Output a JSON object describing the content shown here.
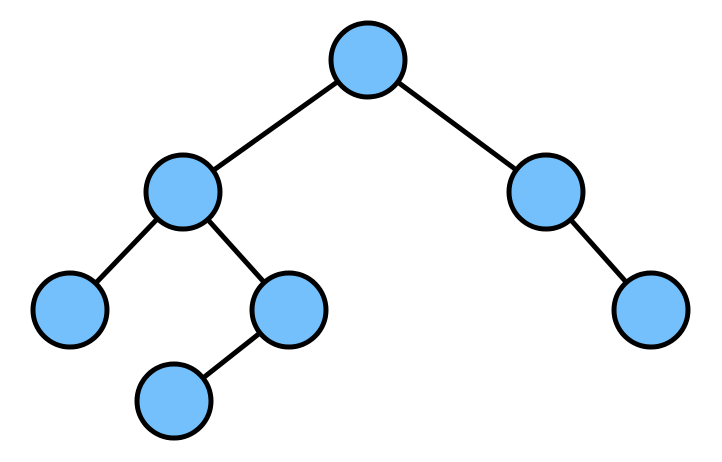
{
  "diagram": {
    "type": "binary-tree",
    "colors": {
      "node_fill": "#74C0FC",
      "node_stroke": "#000000",
      "edge_stroke": "#000000",
      "background": "#FFFFFF"
    },
    "nodes": [
      {
        "id": "root"
      },
      {
        "id": "left"
      },
      {
        "id": "right"
      },
      {
        "id": "left-left"
      },
      {
        "id": "left-right"
      },
      {
        "id": "left-right-left"
      },
      {
        "id": "right-right"
      }
    ],
    "edges": [
      {
        "from": "root",
        "to": "left"
      },
      {
        "from": "root",
        "to": "right"
      },
      {
        "from": "left",
        "to": "left-left"
      },
      {
        "from": "left",
        "to": "left-right"
      },
      {
        "from": "left-right",
        "to": "left-right-left"
      },
      {
        "from": "right",
        "to": "right-right"
      }
    ]
  }
}
